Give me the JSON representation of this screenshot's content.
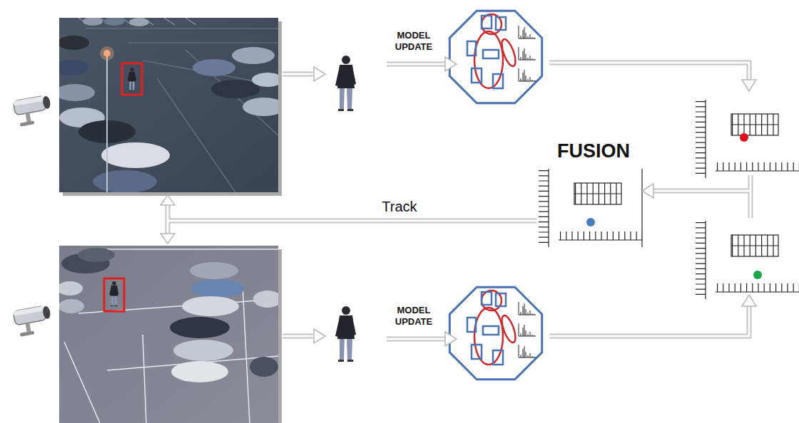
{
  "diagram": {
    "nodes": [
      {
        "text": [
          "FUSION"
        ]
      }
    ],
    "labels": [
      "MODEL UPDATE",
      "MODEL UPDATE",
      "Track"
    ]
  }
}
